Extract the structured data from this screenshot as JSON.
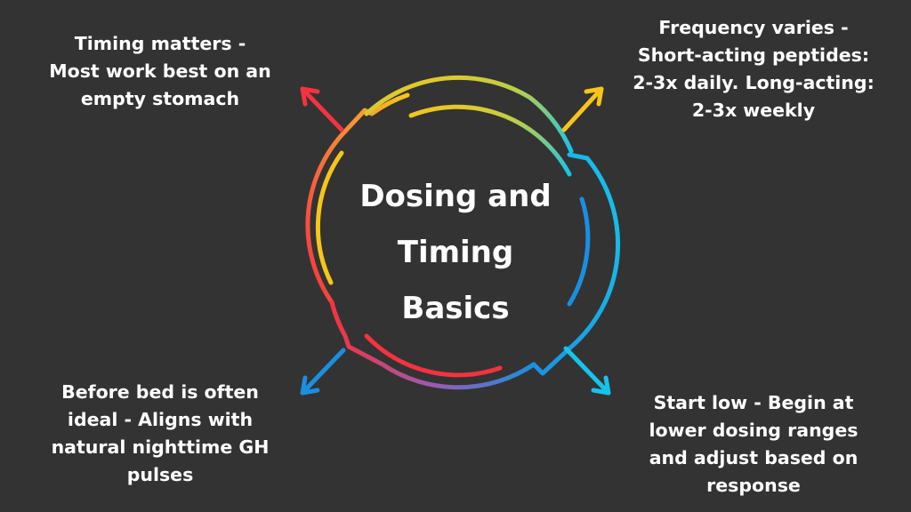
{
  "title_lines": [
    "Dosing and",
    "Timing",
    "Basics"
  ],
  "notes": {
    "top_left": [
      "Timing matters -",
      "Most work best on an",
      "empty stomach"
    ],
    "top_right": [
      "Frequency varies -",
      "Short-acting peptides:",
      "2-3x daily. Long-acting:",
      "2-3x weekly"
    ],
    "bottom_left": [
      "Before bed is often",
      "ideal - Aligns with",
      "natural nighttime GH",
      "pulses"
    ],
    "bottom_right": [
      "Start low - Begin at",
      "lower dosing ranges",
      "and adjust based on",
      "response"
    ]
  },
  "colors": {
    "background": "#333333",
    "text": "#ffffff",
    "red": "#f5333f",
    "yellow": "#f7c51a",
    "cyan": "#17c3ea",
    "blue": "#1a8fe0"
  },
  "icons": [
    "arrow-up-left-icon",
    "arrow-up-right-icon",
    "arrow-down-left-icon",
    "arrow-down-right-icon"
  ]
}
